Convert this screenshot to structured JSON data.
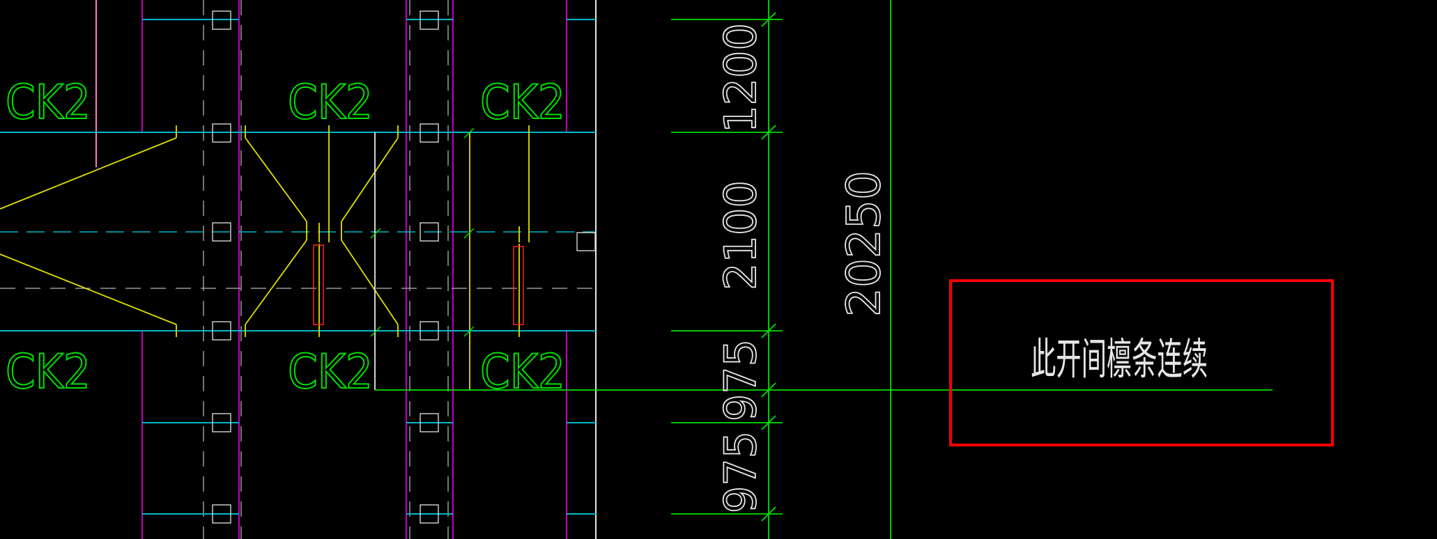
{
  "drawing": {
    "purlin_labels": [
      "CK2",
      "CK2",
      "CK2",
      "CK2",
      "CK2",
      "CK2"
    ],
    "dimensions": {
      "d1200": "1200",
      "d2100": "2100",
      "d975_a": "975",
      "d975_b": "975",
      "d20250": "20250"
    },
    "annotation": "此开间檩条连续",
    "colors": {
      "background": "#000000",
      "cyan": "#00b8c8",
      "magenta": "#c000c0",
      "green": "#00e000",
      "yellow": "#e0e000",
      "white": "#e6e6e6",
      "red": "#ff0000",
      "pink": "#ff80c0",
      "gray": "#9a9a9a"
    }
  }
}
